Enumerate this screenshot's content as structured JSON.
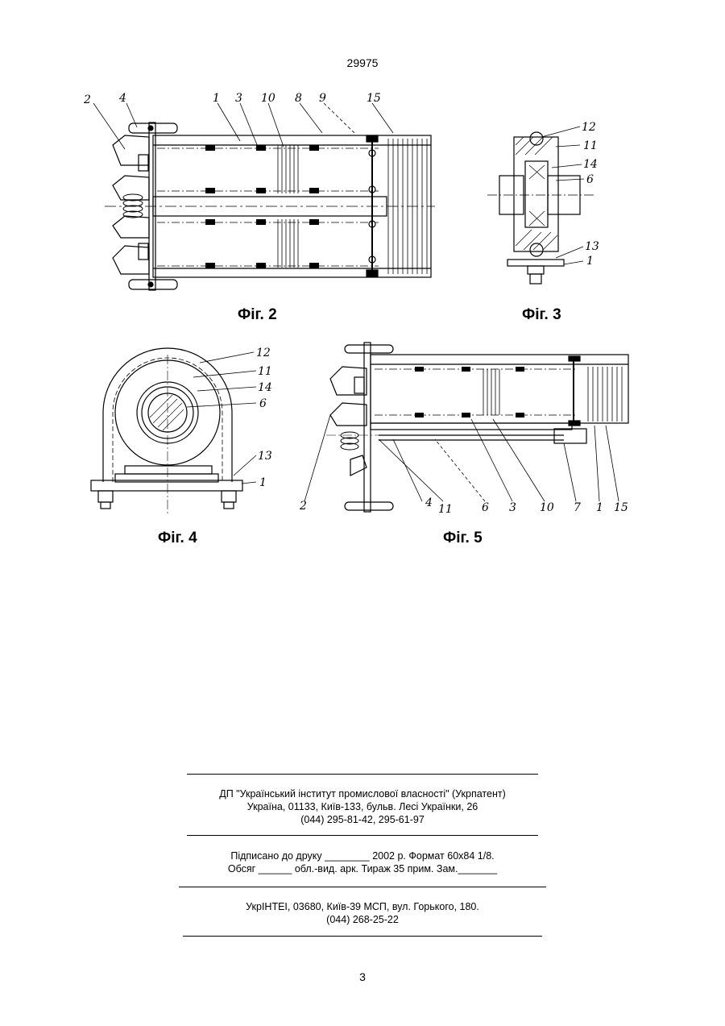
{
  "header": {
    "patent_number": "29975"
  },
  "figures": {
    "fig2": {
      "caption": "Фіг. 2",
      "labels": [
        "2",
        "4",
        "1",
        "3",
        "10",
        "8",
        "9",
        "15"
      ]
    },
    "fig3": {
      "caption": "Фіг. 3",
      "labels": [
        "12",
        "11",
        "14",
        "6",
        "13",
        "1"
      ]
    },
    "fig4": {
      "caption": "Фіг. 4",
      "labels": [
        "12",
        "11",
        "14",
        "6",
        "13",
        "1"
      ]
    },
    "fig5": {
      "caption": "Фіг. 5",
      "labels": [
        "2",
        "4",
        "11",
        "6",
        "3",
        "10",
        "7",
        "1",
        "15"
      ]
    }
  },
  "imprint": {
    "publisher_line1": "ДП \"Український інститут промислової власності\" (Укрпатент)",
    "publisher_line2": "Україна, 01133, Київ-133, бульв. Лесі Українки, 26",
    "publisher_line3": "(044) 295-81-42, 295-61-97",
    "print_line1": "Підписано до друку ________ 2002 р.    Формат 60х84 1/8.",
    "print_line2": "Обсяг ______ обл.-вид. арк.  Тираж 35 прим.    Зам._______",
    "printer_line1": "УкрІНТЕІ, 03680, Київ-39 МСП, вул. Горького, 180.",
    "printer_line2": "(044) 268-25-22"
  },
  "footer": {
    "page_number": "3"
  }
}
